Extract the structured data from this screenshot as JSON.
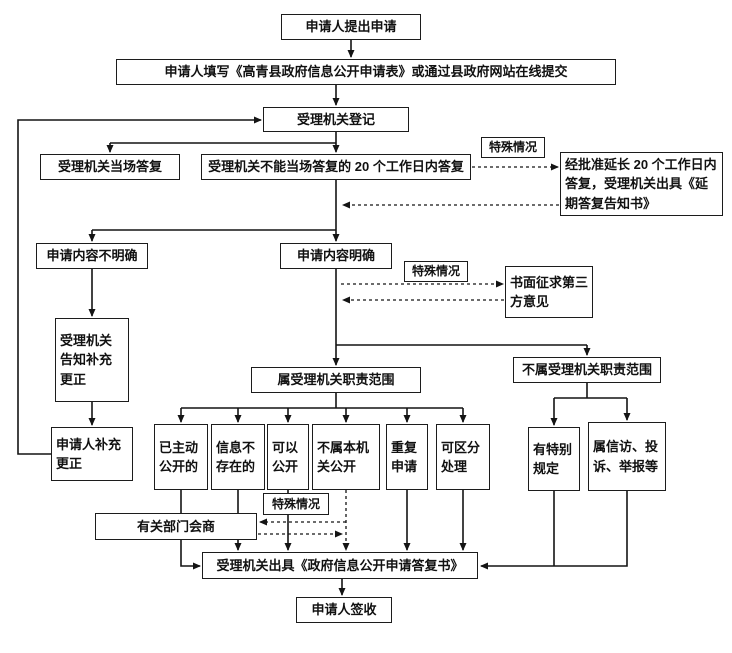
{
  "nodes": {
    "submit": "申请人提出申请",
    "fill_form": "申请人填写《高青县政府信息公开申请表》或通过县政府网站在线提交",
    "register": "受理机关登记",
    "onsite_reply": "受理机关当场答复",
    "reply_20days": "受理机关不能当场答复的 20 个工作日内答复",
    "special_case_1": "特殊情况",
    "extend_reply": "经批准延长 20 个工作日内答复，受理机关出具《延期答复告知书》",
    "unclear": "申请内容不明确",
    "clear": "申请内容明确",
    "special_case_2": "特殊情况",
    "third_party": "书面征求第三方意见",
    "notify_supplement": "受理机关告知补充更正",
    "applicant_supplement": "申请人补充更正",
    "in_scope": "属受理机关职责范围",
    "out_scope": "不属受理机关职责范围",
    "already_public": "已主动公开的",
    "not_exist": "信息不存在的",
    "can_public": "可以公开",
    "not_this_org": "不属本机关公开",
    "repeat_apply": "重复申请",
    "separable": "可区分处理",
    "special_rule": "有特别规定",
    "petition": "属信访、投诉、举报等",
    "special_case_3": "特殊情况",
    "consult": "有关部门会商",
    "reply_doc": "受理机关出具《政府信息公开申请答复书》",
    "sign": "申请人签收"
  }
}
